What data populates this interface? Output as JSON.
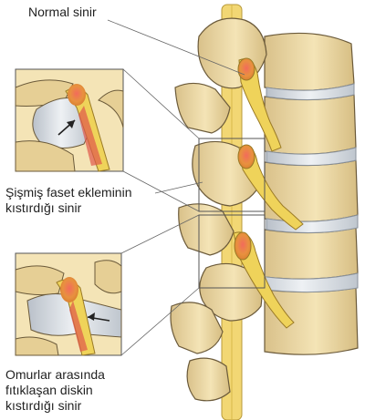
{
  "labels": {
    "normal_nerve": "Normal sinir",
    "facet_line1": "Şişmiş faset ekleminin",
    "facet_line2": "kıstırdığı sinir",
    "disc_line1": "Omurlar arasında",
    "disc_line2": "fıtıklaşan diskin",
    "disc_line3": "kıstırdığı sinir"
  },
  "colors": {
    "bone": "#efdca6",
    "bone_shadow": "#c9ad6f",
    "disc": "#d3d8de",
    "nerve": "#efd35a",
    "nerve_root": "#e79b45",
    "inflamed": "#d9534f",
    "spinal_cord": "#f2d774",
    "outline": "#6b5a3a",
    "leader": "#666666"
  }
}
